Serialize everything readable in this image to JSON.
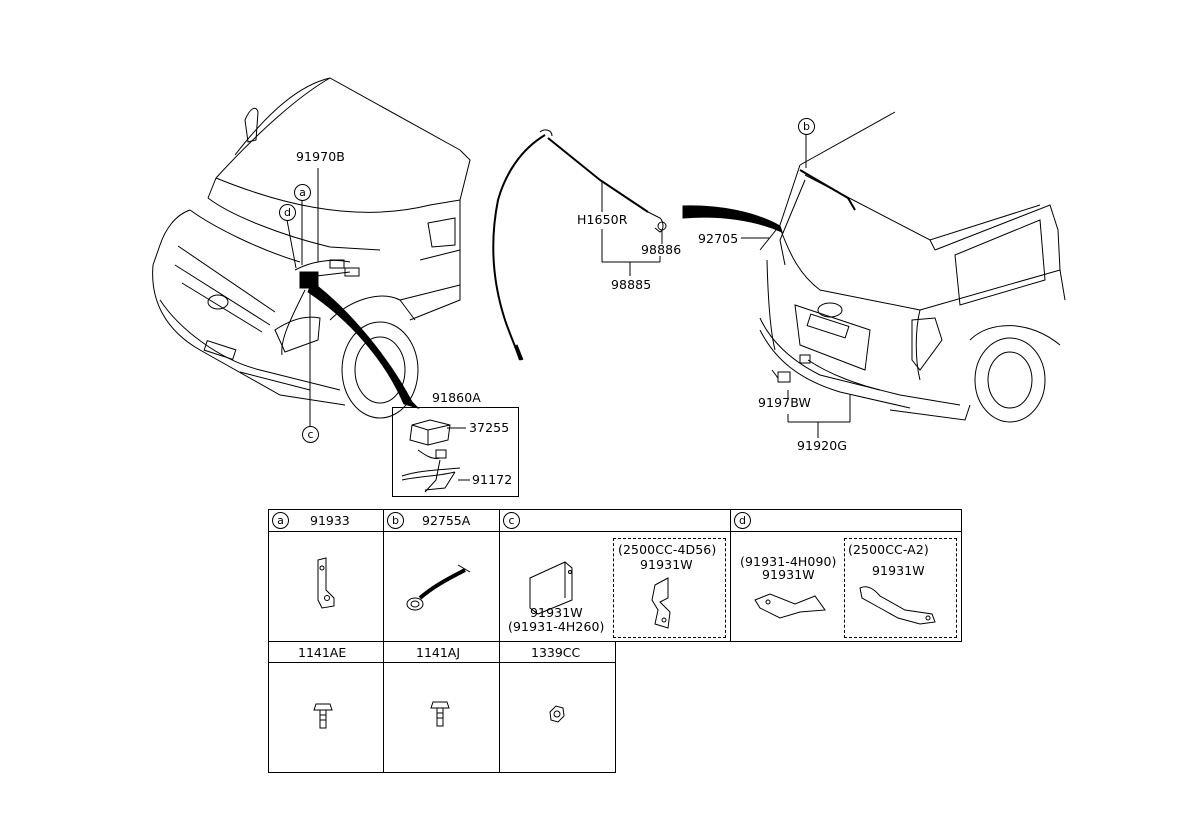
{
  "callouts": {
    "c_91970B": "91970B",
    "c_a": "a",
    "c_d": "d",
    "c_c": "c",
    "c_b": "b",
    "c_H1650R": "H1650R",
    "c_98886": "98886",
    "c_98885": "98885",
    "c_92705": "92705",
    "c_9197BW": "9197BW",
    "c_91920G": "91920G",
    "c_91860A": "91860A",
    "c_37255": "37255",
    "c_91172": "91172"
  },
  "table": {
    "row1": {
      "a": {
        "mark": "a",
        "part": "91933"
      },
      "b": {
        "mark": "b",
        "part": "92755A"
      },
      "c": {
        "mark": "c",
        "left_part": "91931W",
        "left_alt": "(91931-4H260)",
        "right_note": "(2500CC-4D56)",
        "right_part": "91931W"
      },
      "d": {
        "mark": "d",
        "left_alt": "(91931-4H090)",
        "left_part": "91931W",
        "right_note": "(2500CC-A2)",
        "right_part": "91931W"
      }
    },
    "row2": {
      "e": "1141AE",
      "f": "1141AJ",
      "g": "1339CC"
    }
  }
}
